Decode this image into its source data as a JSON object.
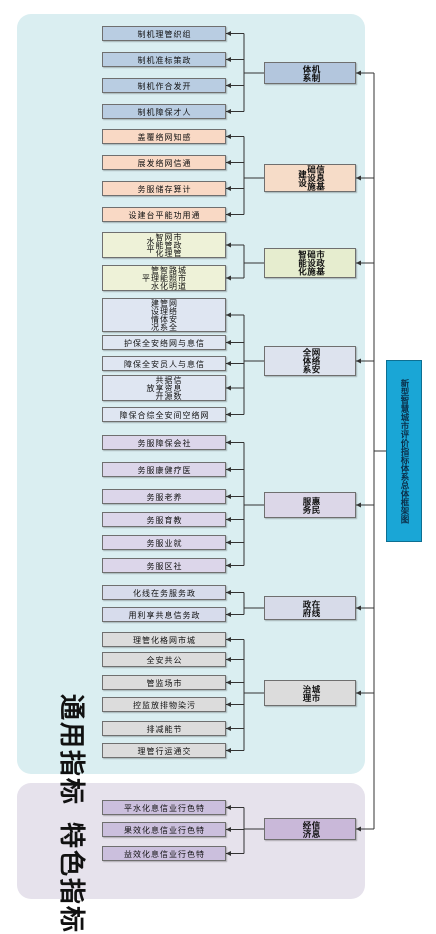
{
  "root": {
    "label": "新型智慧城市评价指标体系总体框架图",
    "color": "#1aa6d6"
  },
  "groups": {
    "general": "通用指标",
    "special": "特色指标"
  },
  "categories": [
    {
      "id": "jizhi",
      "label": "机制体系",
      "color": "#b3c6dd",
      "children": [
        "组织管理机制",
        "政策标准机制",
        "开发合作机制",
        "人才保障机制"
      ],
      "leaf_color": "#b9cde2"
    },
    {
      "id": "jichu",
      "label": "信息基础设施建设",
      "color": "#f6dcc8",
      "children": [
        "感知网络覆盖",
        "通信网络发展",
        "计算存储服务",
        "通用功能平台建设"
      ],
      "leaf_color": "#f9d9c5"
    },
    {
      "id": "shizheng",
      "label": "市政基础设施智能化",
      "color": "#e6edcf",
      "children": [
        "市政管网管理智能化水平",
        "城市道路照明智能化管理水平"
      ],
      "leaf_color": "#eef2d8"
    },
    {
      "id": "wangluo",
      "label": "网络安全体系",
      "color": "#dde3ee",
      "children": [
        "网络安全管理体系建设情况",
        "信息与网络安全保护",
        "信息与人员安全保障",
        "信息数据资源共享开放",
        "网络空间安全综合保障"
      ],
      "leaf_color": "#dfe6f2"
    },
    {
      "id": "huimin",
      "label": "惠民服务",
      "color": "#dcd7e8",
      "children": [
        "社会保障服务",
        "医疗健康服务",
        "养老服务",
        "教育服务",
        "就业服务",
        "社区服务"
      ],
      "leaf_color": "#dcd6ea"
    },
    {
      "id": "zhengwu",
      "label": "在线政府",
      "color": "#d7dbe9",
      "children": [
        "政务服务在线化",
        "政务信息共享利用"
      ],
      "leaf_color": "#d7dcec"
    },
    {
      "id": "chengshi",
      "label": "城市治理",
      "color": "#dcdcdc",
      "children": [
        "城市网格化管理",
        "公共安全",
        "市场监管",
        "污染物排放监控",
        "节能减排",
        "交通运行管理"
      ],
      "leaf_color": "#dcdcdc"
    },
    {
      "id": "tese",
      "label": "信息经济",
      "color": "#c9b8d9",
      "children": [
        "特色行业信息化水平",
        "特色行业信息化效果",
        "特色行业信息化效益"
      ],
      "leaf_color": "#cbbfdd"
    }
  ]
}
